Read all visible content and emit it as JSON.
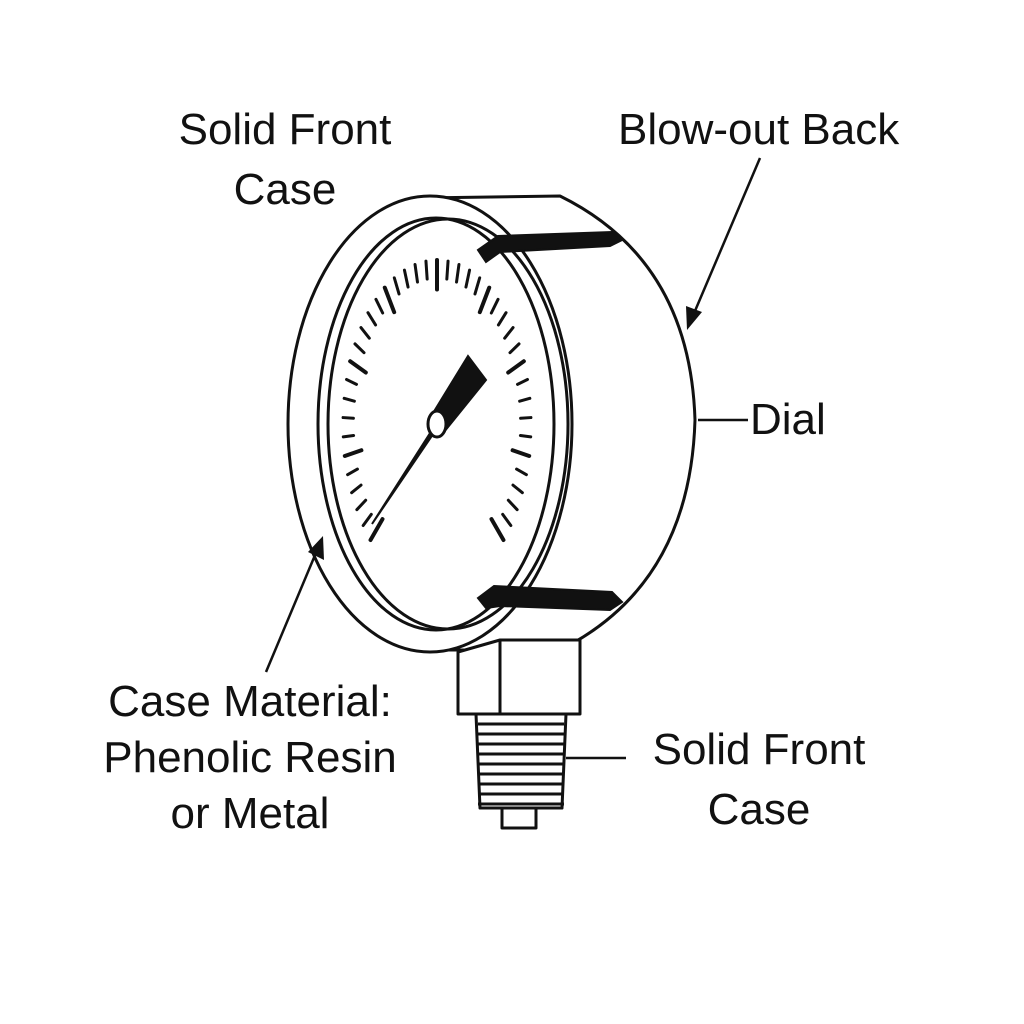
{
  "labels": {
    "top_left": {
      "line1": "Solid Front",
      "line2": "Case"
    },
    "top_right": "Blow-out Back",
    "right": "Dial",
    "bottom_left": {
      "line1": "Case Material:",
      "line2": "Phenolic Resin",
      "line3": "or Metal"
    },
    "bottom_right": {
      "line1": "Solid Front",
      "line2": "Case"
    }
  },
  "colors": {
    "ink": "#111111",
    "background": "#ffffff"
  }
}
